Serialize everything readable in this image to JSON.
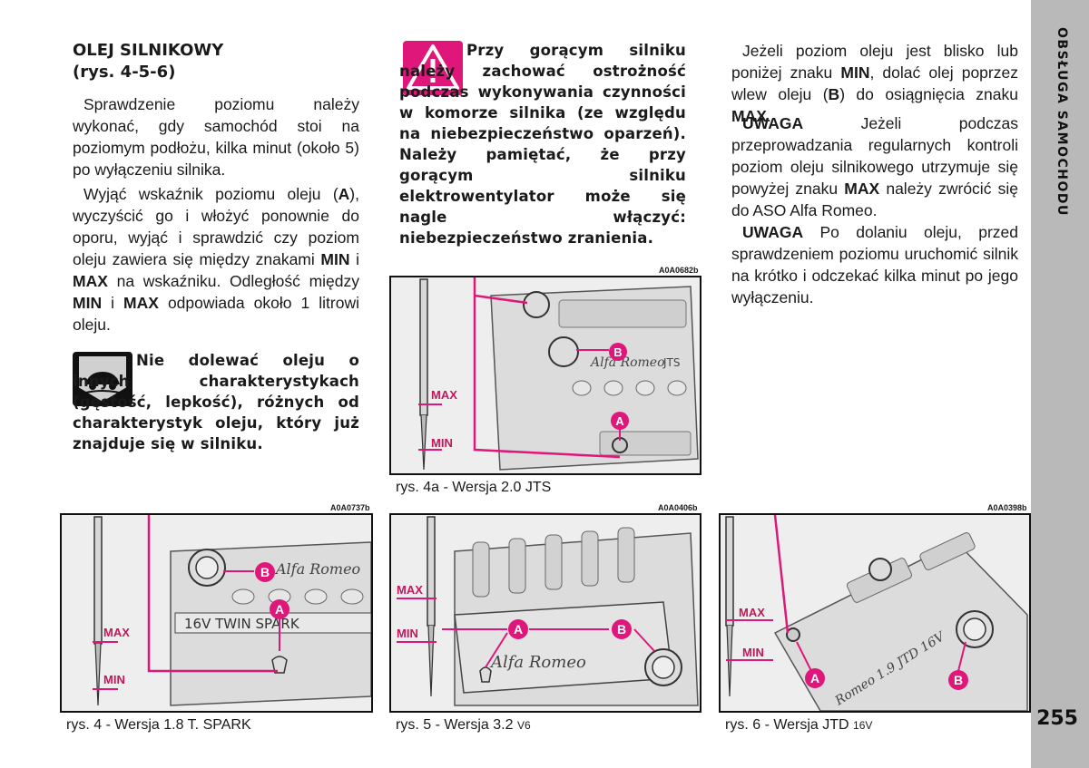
{
  "section": {
    "title": "OLEJ SILNIKOWY",
    "subtitle_prefix": "(",
    "subtitle_ref": "rys. 4-5-6",
    "subtitle_suffix": ")"
  },
  "col1": {
    "p1": "Sprawdzenie poziomu należy wykonać, gdy samochód stoi na poziomym podłożu, kilka minut (około 5) po wyłączeniu silnika.",
    "p2": {
      "a": "Wyjąć wskaźnik poziomu oleju (",
      "b": "A",
      "c": "), wyczyścić go i włożyć ponownie do oporu, wyjąć i sprawdzić czy poziom oleju zawiera się między znakami ",
      "d": "MIN",
      "e": " i ",
      "f": "MAX",
      "g": " na wskaźniku. Odległość między ",
      "h": "MIN",
      "i": " i ",
      "j": "MAX",
      "k": " odpowiada około 1 litrowi oleju."
    },
    "note": "Nie dolewać oleju o innych charakterystykach (gęstość, lepkość), różnych od charakterystyk oleju, który już znajduje się w silniku.",
    "note_icon": "car-on-oil-icon"
  },
  "col2": {
    "warning": "Przy gorącym silniku należy zachować ostrożność podczas wykonywania czynności w komorze silnika (ze względu na niebezpieczeństwo oparzeń). Należy pamiętać, że przy gorącym silniku elektrowentylator może się nagle włączyć: niebezpieczeństwo zranienia.",
    "warning_icon": "warning-triangle-icon",
    "warning_color": "#e0177a"
  },
  "col3": {
    "p1": {
      "a": "Jeżeli poziom oleju jest blisko lub poniżej znaku ",
      "b": "MIN",
      "c": ", dolać olej poprzez wlew oleju (",
      "d": "B",
      "e": ") do osiągnięcia znaku ",
      "f": "MAX",
      "g": "."
    },
    "p2": {
      "label": "UWAGA",
      "a": " Jeżeli podczas przeprowadzania regularnych kontroli poziom oleju silnikowego utrzymuje się powyżej znaku ",
      "b": "MAX",
      "c": " należy zwrócić się do ASO Alfa Romeo."
    },
    "p3": {
      "label": "UWAGA",
      "a": " Po dolaniu oleju, przed sprawdzeniem poziomu uruchomić silnik na krótko i odczekać kilka minut po jego wyłączeniu."
    }
  },
  "figures": {
    "fig4a": {
      "code": "A0A0682b",
      "caption": "rys. 4a - Wersja 2.0 JTS",
      "max": "MAX",
      "min": "MIN",
      "a": "A",
      "b": "B",
      "brand": "Alfa Romeo",
      "badge": "JTS"
    },
    "fig4": {
      "code": "A0A0737b",
      "caption": "rys. 4 - Wersja 1.8 T. SPARK",
      "max": "MAX",
      "min": "MIN",
      "a": "A",
      "b": "B",
      "brand": "Alfa Romeo",
      "badge": "16V TWIN SPARK"
    },
    "fig5": {
      "code": "A0A0406b",
      "caption_main": "rys. 5 - Wersja 3.2 ",
      "caption_small": "V6",
      "max": "MAX",
      "min": "MIN",
      "a": "A",
      "b": "B",
      "brand": "Alfa Romeo"
    },
    "fig6": {
      "code": "A0A0398b",
      "caption_main": "rys. 6 - Wersja JTD ",
      "caption_small": "16V",
      "max": "MAX",
      "min": "MIN",
      "a": "A",
      "b": "B",
      "brand": "Romeo 1.9 JTD 16V"
    }
  },
  "sidebar": {
    "label": "OBSŁUGA SAMOCHODU",
    "page_number": "255"
  }
}
